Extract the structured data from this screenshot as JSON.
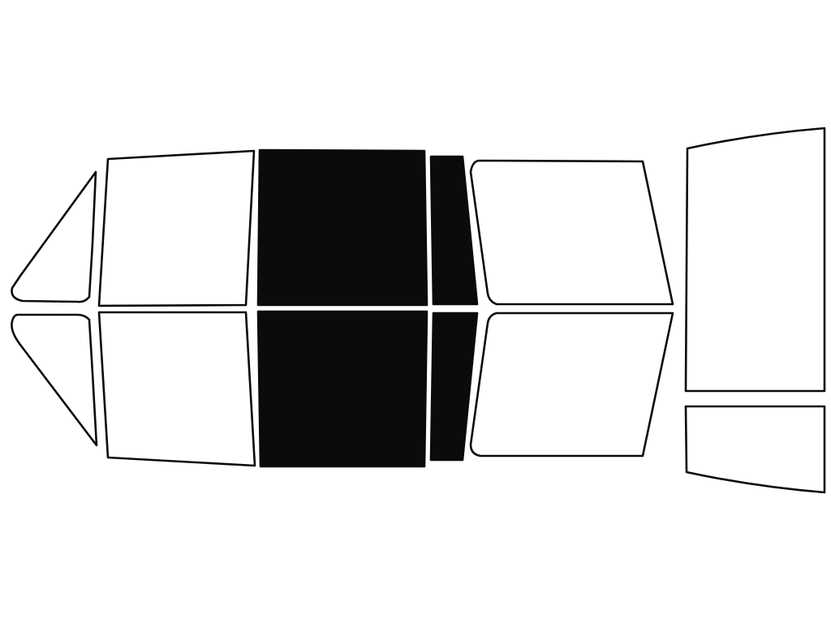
{
  "diagram": {
    "kind": "vehicle window tint template",
    "colors": {
      "background": "#ffffff",
      "outline": "#0b0b0b",
      "untinted": "#ffffff",
      "tinted": "#0b0b0b"
    },
    "panes": [
      {
        "id": "front-quarter-vent-top",
        "side": "upper",
        "position": "front-quarter",
        "tinted": false
      },
      {
        "id": "front-door-top",
        "side": "upper",
        "position": "front-door",
        "tinted": false
      },
      {
        "id": "rear-door-top",
        "side": "upper",
        "position": "rear-door",
        "tinted": true
      },
      {
        "id": "rear-quarter-strip-top",
        "side": "upper",
        "position": "rear-quarter",
        "tinted": true
      },
      {
        "id": "rear-side-window-top",
        "side": "upper",
        "position": "rear-side",
        "tinted": false
      },
      {
        "id": "front-quarter-vent-bottom",
        "side": "lower",
        "position": "front-quarter",
        "tinted": false
      },
      {
        "id": "front-door-bottom",
        "side": "lower",
        "position": "front-door",
        "tinted": false
      },
      {
        "id": "rear-door-bottom",
        "side": "lower",
        "position": "rear-door",
        "tinted": true
      },
      {
        "id": "rear-quarter-strip-bottom",
        "side": "lower",
        "position": "rear-quarter",
        "tinted": true
      },
      {
        "id": "rear-side-window-bottom",
        "side": "lower",
        "position": "rear-side",
        "tinted": false
      },
      {
        "id": "rear-windshield",
        "side": "rear",
        "position": "rear-window",
        "tinted": false
      },
      {
        "id": "rear-tailgate-glass",
        "side": "rear",
        "position": "tailgate",
        "tinted": false
      }
    ]
  }
}
